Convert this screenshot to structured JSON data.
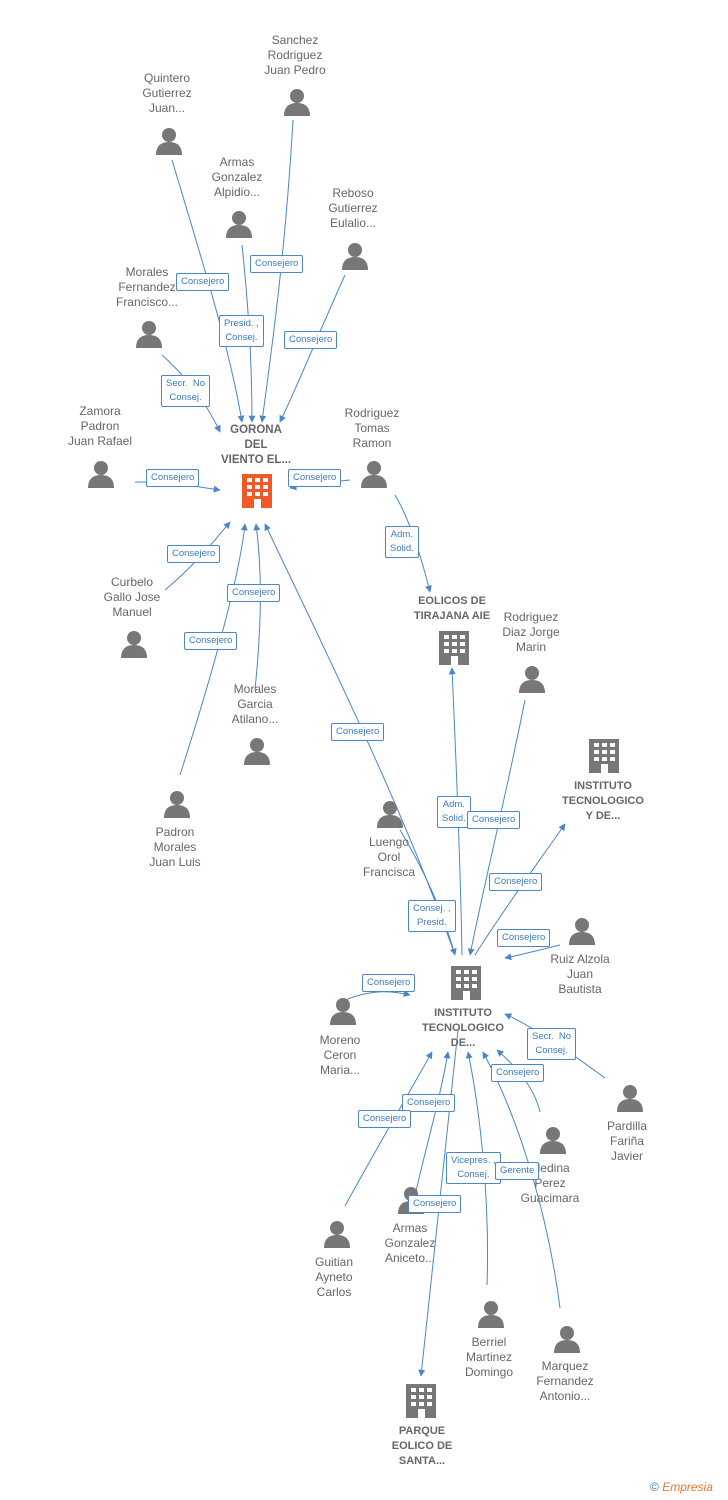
{
  "companies": {
    "gorona": "GORONA\nDEL\nVIENTO EL...",
    "eolicos": "EOLICOS DE\nTIRAJANA AIE",
    "instituto_top": "INSTITUTO\nTECNOLOGICO\nY DE...",
    "instituto_main": "INSTITUTO\nTECNOLOGICO\nDE...",
    "parque": "PARQUE\nEOLICO DE\nSANTA..."
  },
  "people": {
    "sanchez": "Sanchez\nRodriguez\nJuan Pedro",
    "quintero": "Quintero\nGutierrez\nJuan...",
    "armas_alpidio": "Armas\nGonzalez\nAlpidio...",
    "reboso": "Reboso\nGutierrez\nEulalio...",
    "morales_francisco": "Morales\nFernandez\nFrancisco...",
    "zamora": "Zamora\nPadron\nJuan Rafael",
    "rodriguez_tomas": "Rodriguez\nTomas\nRamon",
    "curbelo": "Curbelo\nGallo Jose\nManuel",
    "morales_atilano": "Morales\nGarcia\nAtilano...",
    "padron": "Padron\nMorales\nJuan Luis",
    "rodriguez_diaz": "Rodriguez\nDiaz Jorge\nMarin",
    "luengo": "Luengo\nOrol\nFrancisca",
    "ruiz": "Ruiz Alzola\nJuan\nBautista",
    "moreno": "Moreno\nCeron\nMaria...",
    "pardilla": "Pardilla\nFariña\nJavier",
    "medina": "Medina\nPerez\nGuacimara",
    "guitian": "Guitian\nAyneto\nCarlos",
    "armas_aniceto": "Armas\nGonzalez\nAniceto...",
    "berriel": "Berriel\nMartinez\nDomingo",
    "marquez": "Marquez\nFernandez\nAntonio..."
  },
  "roles": {
    "consejero": "Consejero",
    "presid_consej": "Presid. ,\nConsej.",
    "secr_no_consej": "Secr.  No\nConsej.",
    "adm_solid": "Adm.\nSolid.",
    "consej_presid": "Consej. ,\nPresid.",
    "vicepres_consej": "Vicepres. ,\nConsej.",
    "gerente": "Gerente"
  },
  "footer": {
    "copyright": "©",
    "brand": "Empresia"
  },
  "colors": {
    "edge": "#4a86c8",
    "highlight_company": "#f05a28",
    "node": "#777777",
    "text": "#666666"
  }
}
